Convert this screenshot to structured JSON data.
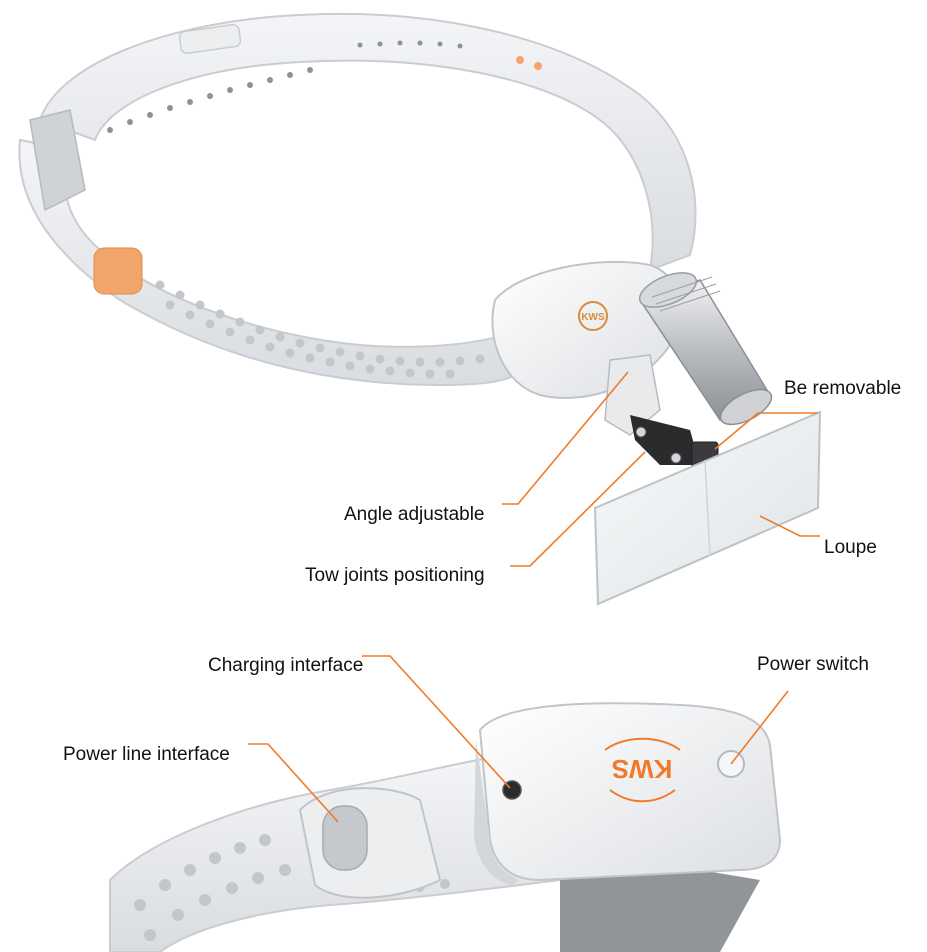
{
  "colors": {
    "callout_line": "#f07a28",
    "strap": "#e6e8eb",
    "strap_shadow": "#c9ccd1",
    "accent_pad": "#f2a56a",
    "logo": "#f07a28"
  },
  "logo_text": "KWS",
  "callouts": {
    "be_removable": "Be removable",
    "angle_adjustable": "Angle adjustable",
    "loupe": "Loupe",
    "tow_joints": "Tow joints positioning",
    "charging_interface": "Charging interface",
    "power_switch": "Power switch",
    "power_line_interface": "Power line interface"
  }
}
